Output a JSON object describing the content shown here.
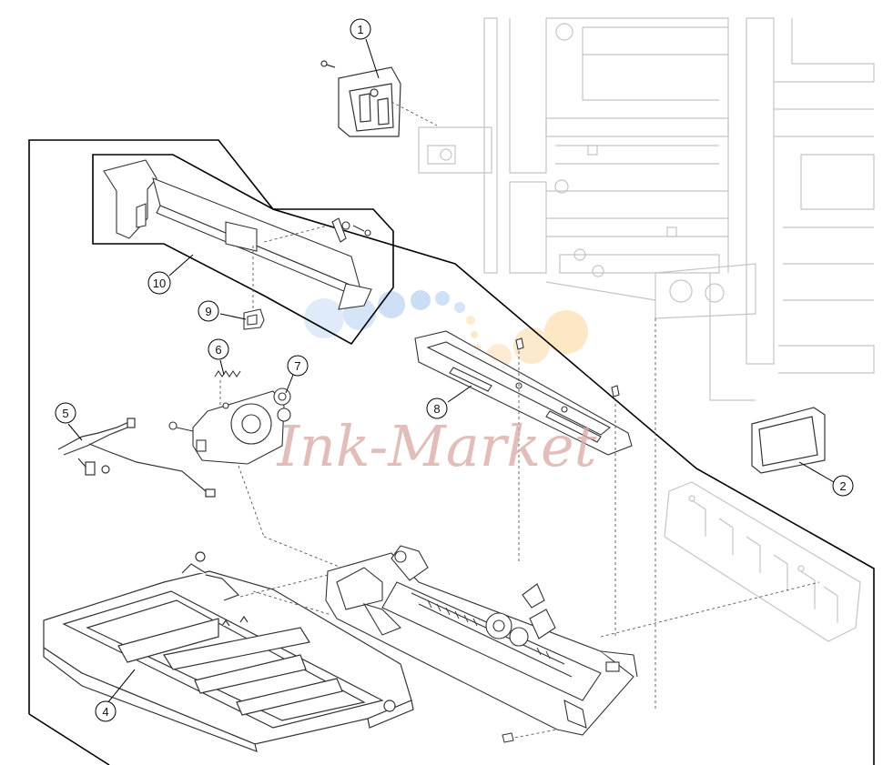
{
  "diagram": {
    "callouts": [
      {
        "id": "callout-1",
        "label": "1"
      },
      {
        "id": "callout-2",
        "label": "2"
      },
      {
        "id": "callout-4",
        "label": "4"
      },
      {
        "id": "callout-5",
        "label": "5"
      },
      {
        "id": "callout-6",
        "label": "6"
      },
      {
        "id": "callout-7",
        "label": "7"
      },
      {
        "id": "callout-8",
        "label": "8"
      },
      {
        "id": "callout-9",
        "label": "9"
      },
      {
        "id": "callout-10",
        "label": "10"
      }
    ],
    "watermark": {
      "text": "Ink-Market",
      "text_color": "#d9a9a4",
      "dot_colors": [
        "#cfe0f6",
        "#fde6c2"
      ]
    },
    "colors": {
      "part_stroke": "#333333",
      "ghost_stroke": "#c4c4c4",
      "boundary": "#000000"
    }
  }
}
